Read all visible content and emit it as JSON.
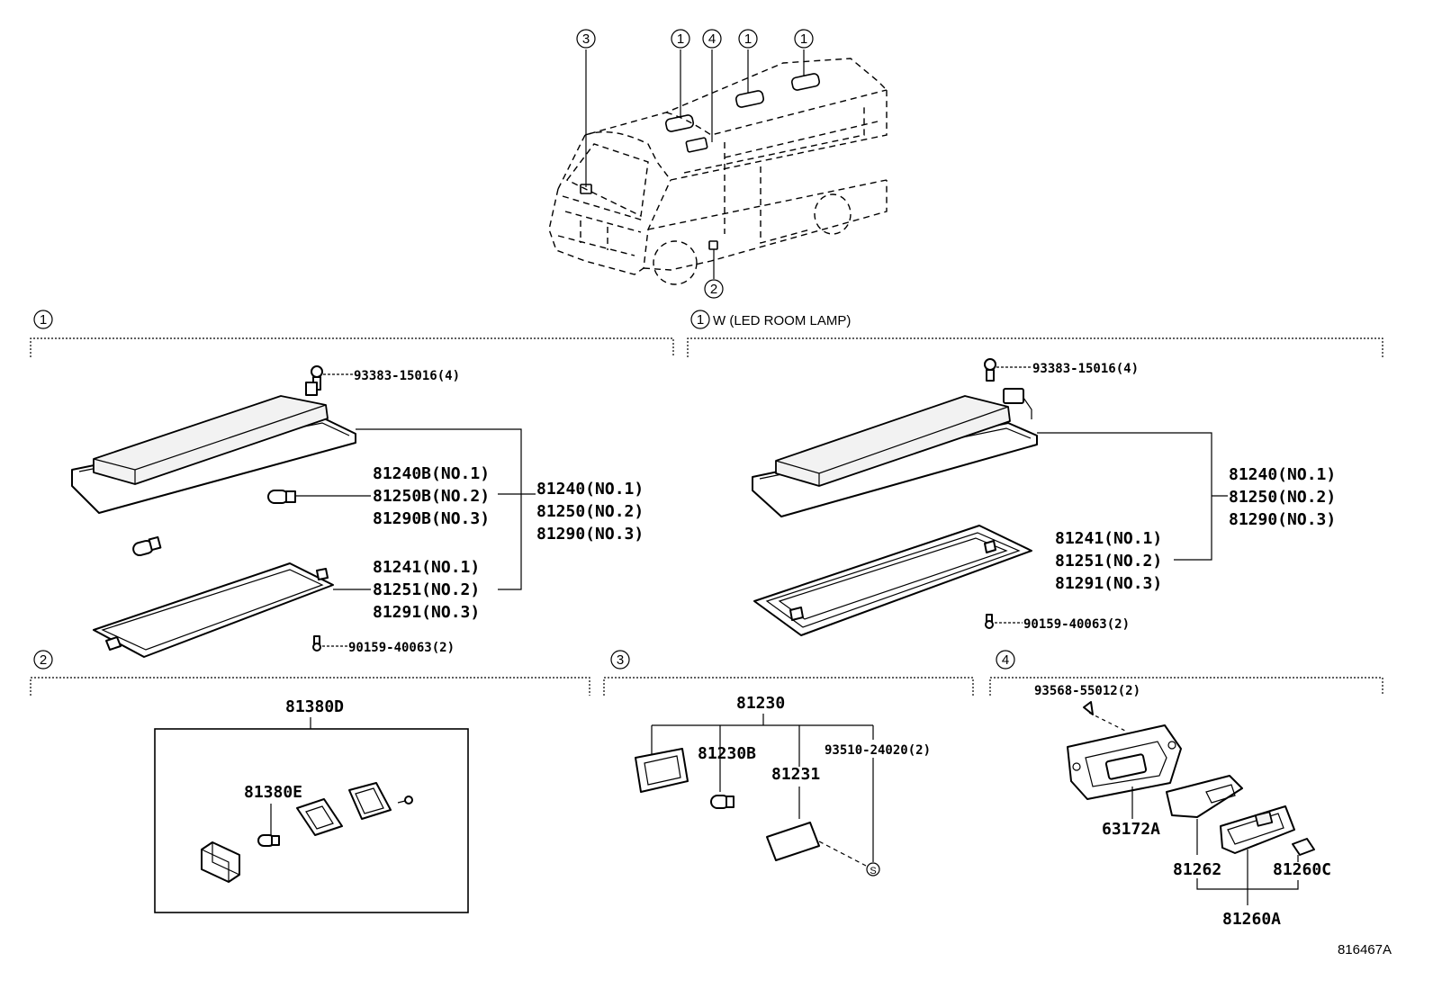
{
  "vehicle_callouts": [
    "3",
    "1",
    "4",
    "1",
    "1",
    "2"
  ],
  "sections": {
    "s1": {
      "num": "1"
    },
    "s1w": {
      "num": "1",
      "title": "W (LED ROOM LAMP)"
    },
    "s2": {
      "num": "2"
    },
    "s3": {
      "num": "3"
    },
    "s4": {
      "num": "4"
    }
  },
  "section1": {
    "screw_top": "93383-15016(4)",
    "sub_lamp": [
      "81240B(NO.1)",
      "81250B(NO.2)",
      "81290B(NO.3)"
    ],
    "assy": [
      "81240(NO.1)",
      "81250(NO.2)",
      "81290(NO.3)"
    ],
    "lens": [
      "81241(NO.1)",
      "81251(NO.2)",
      "81291(NO.3)"
    ],
    "screw_bottom": "90159-40063(2)"
  },
  "section1w": {
    "screw_top": "93383-15016(4)",
    "assy": [
      "81240(NO.1)",
      "81250(NO.2)",
      "81290(NO.3)"
    ],
    "lens": [
      "81241(NO.1)",
      "81251(NO.2)",
      "81291(NO.3)"
    ],
    "screw_bottom": "90159-40063(2)"
  },
  "section2": {
    "assy": "81380D",
    "bulb": "81380E"
  },
  "section3": {
    "assy": "81230",
    "socket": "81230B",
    "lens": "81231",
    "screw": "93510-24020(2)",
    "s_mark": "S"
  },
  "section4": {
    "screw": "93568-55012(2)",
    "base": "63172A",
    "lens": "81262",
    "assy": "81260A",
    "sub": "81260C"
  },
  "figure_code": "816467A"
}
